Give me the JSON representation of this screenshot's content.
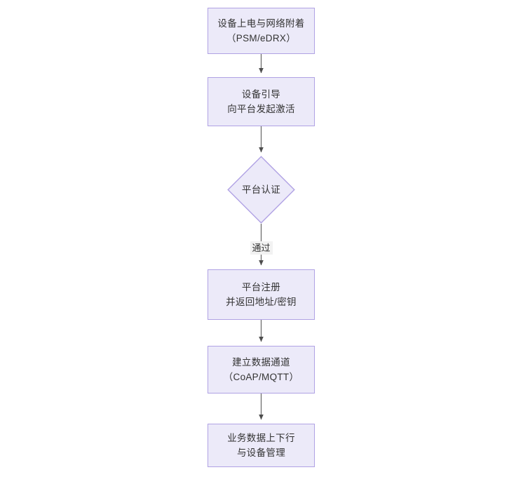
{
  "diagram": {
    "type": "flowchart",
    "orientation": "top-to-bottom",
    "colors": {
      "node_fill": "#eceaf9",
      "node_border": "#b0a2e4",
      "text": "#333333",
      "connector": "#555555",
      "edge_label_background": "#f2f2f2",
      "page_background": "#ffffff"
    },
    "nodes": [
      {
        "id": "power-on",
        "shape": "rectangle",
        "lines": [
          "设备上电与网络附着",
          "（PSM/eDRX）"
        ]
      },
      {
        "id": "bootstrap",
        "shape": "rectangle",
        "lines": [
          "设备引导",
          "向平台发起激活"
        ]
      },
      {
        "id": "platform-auth",
        "shape": "diamond",
        "lines": [
          "平台认证"
        ]
      },
      {
        "id": "platform-register",
        "shape": "rectangle",
        "lines": [
          "平台注册",
          "并返回地址/密钥"
        ]
      },
      {
        "id": "data-channel",
        "shape": "rectangle",
        "lines": [
          "建立数据通道",
          "（CoAP/MQTT）"
        ]
      },
      {
        "id": "business-data",
        "shape": "rectangle",
        "lines": [
          "业务数据上下行",
          "与设备管理"
        ]
      }
    ],
    "edges": [
      {
        "from": "power-on",
        "to": "bootstrap",
        "label": ""
      },
      {
        "from": "bootstrap",
        "to": "platform-auth",
        "label": ""
      },
      {
        "from": "platform-auth",
        "to": "platform-register",
        "label": "通过"
      },
      {
        "from": "platform-register",
        "to": "data-channel",
        "label": ""
      },
      {
        "from": "data-channel",
        "to": "business-data",
        "label": ""
      }
    ]
  }
}
